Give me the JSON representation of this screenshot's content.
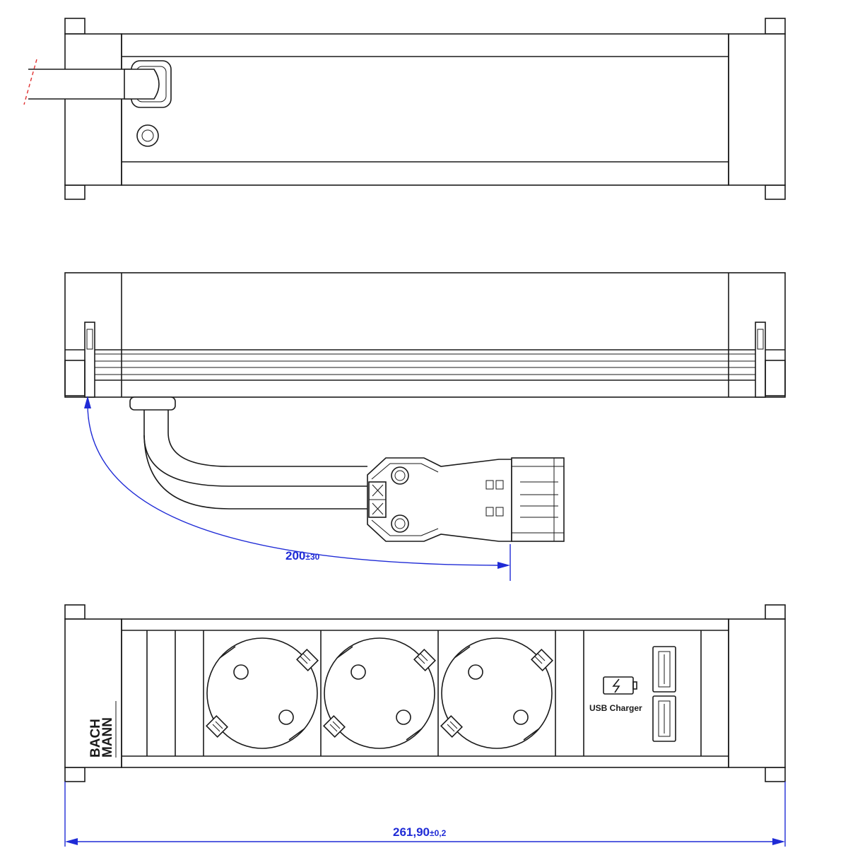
{
  "colors": {
    "line": "#1a1a1a",
    "dimension": "#1f2bd6",
    "cut_marker": "#e03030",
    "background": "#ffffff"
  },
  "brand": {
    "line1": "BACH",
    "line2": "MANN"
  },
  "usb_module": {
    "label": "USB Charger",
    "icon": "battery-charging-icon",
    "port_count": 2
  },
  "sockets": {
    "count": 3,
    "type": "schuko-socket-icon"
  },
  "dimensions": {
    "cable_length": {
      "value": "200",
      "tolerance": "±30"
    },
    "overall_length": {
      "value": "261,90",
      "tolerance": "±0,2"
    }
  }
}
